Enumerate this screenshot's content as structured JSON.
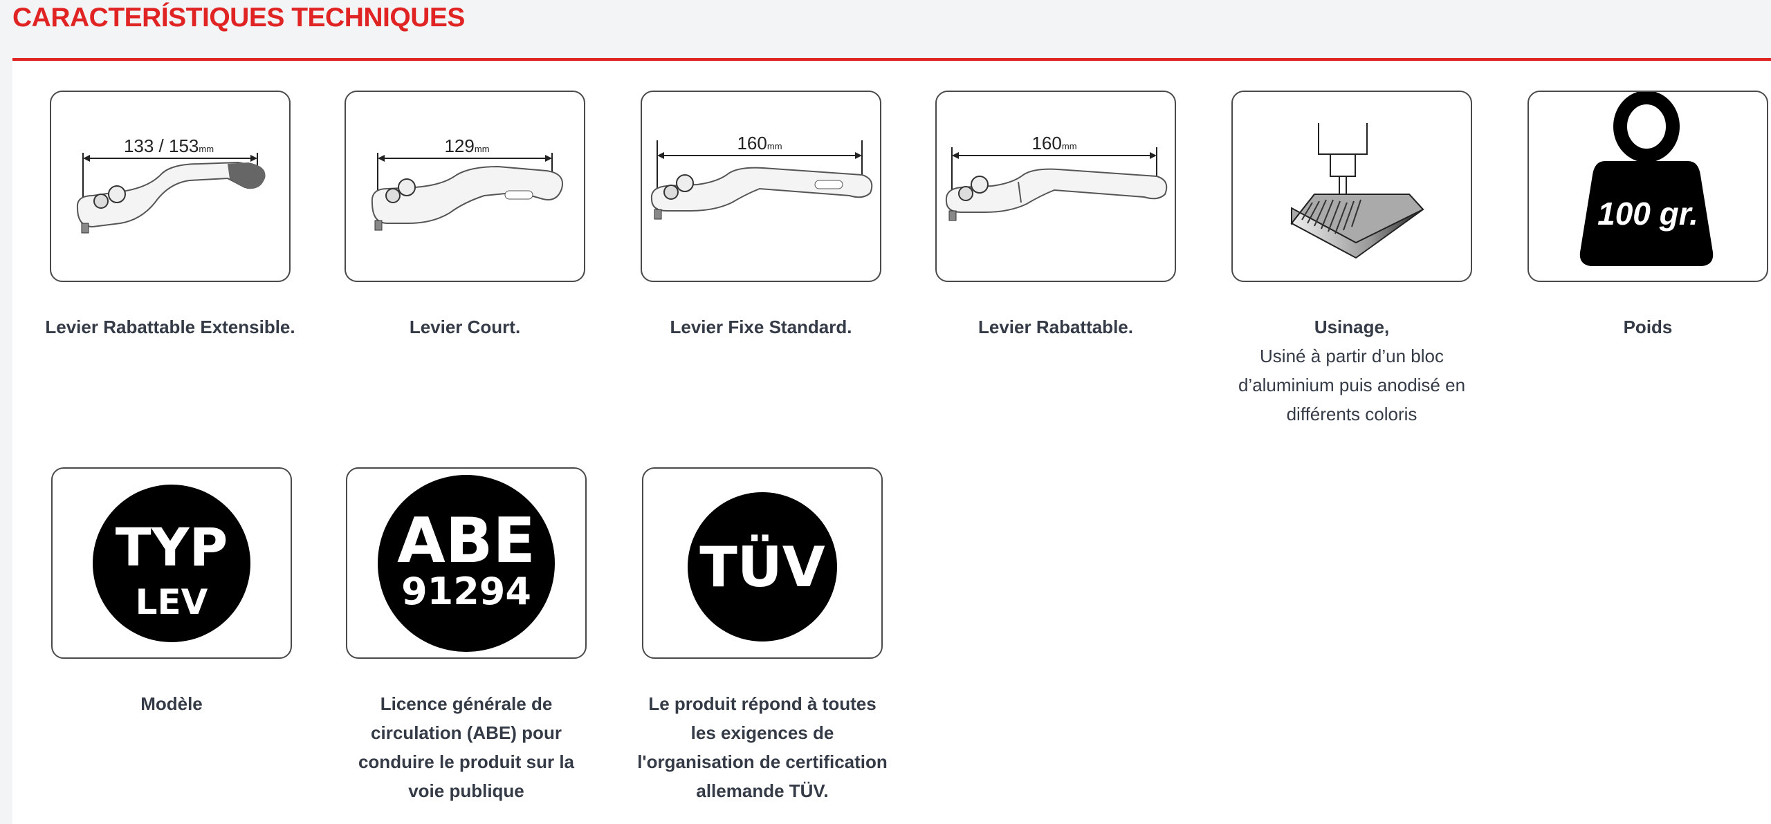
{
  "section_title": "CARACTERÍSTIQUES TECHNIQUES",
  "colors": {
    "accent": "#e02424",
    "text": "#343b46",
    "background": "#f3f4f6"
  },
  "items": [
    {
      "icon": "folding-extendable-lever-icon",
      "graphic_text": "133 / 153",
      "unit": "mm",
      "title": "Levier Rabattable Extensible.",
      "desc": ""
    },
    {
      "icon": "short-lever-icon",
      "graphic_text": "129",
      "unit": "mm",
      "title": "Levier Court.",
      "desc": ""
    },
    {
      "icon": "standard-fixed-lever-icon",
      "graphic_text": "160",
      "unit": "mm",
      "title": "Levier Fixe Standard.",
      "desc": ""
    },
    {
      "icon": "folding-lever-icon",
      "graphic_text": "160",
      "unit": "mm",
      "title": "Levier Rabattable.",
      "desc": ""
    },
    {
      "icon": "machining-icon",
      "title": "Usinage,",
      "desc": "Usiné à partir d’un bloc d’aluminium puis anodisé en différents coloris"
    },
    {
      "icon": "weight-icon",
      "graphic_text": "100 gr.",
      "title": "Poids",
      "desc": ""
    },
    {
      "icon": "typ-lev-badge-icon",
      "graphic_text": "TYP",
      "graphic_text2": "LEV",
      "title": "Modèle",
      "desc": ""
    },
    {
      "icon": "abe-badge-icon",
      "graphic_text": "ABE",
      "graphic_text2": "91294",
      "title": "Licence générale de circulation (ABE) pour conduire le produit sur la voie publique",
      "desc": ""
    },
    {
      "icon": "tuv-badge-icon",
      "graphic_text": "TÜV",
      "title": "Le produit répond à toutes les exigences de l'organisation de certification allemande TÜV.",
      "desc": ""
    }
  ]
}
